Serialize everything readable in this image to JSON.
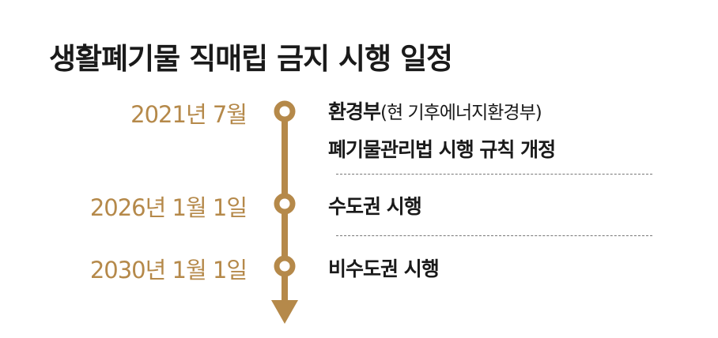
{
  "title": "생활폐기물 직매립 금지 시행 일정",
  "accent_color": "#b5894a",
  "events": [
    {
      "date": "2021년 7월",
      "line1": "환경부",
      "line1_note": "(현 기후에너지환경부)",
      "line2": "폐기물관리법 시행 규칙 개정"
    },
    {
      "date": "2026년 1월 1일",
      "line1": "수도권 시행"
    },
    {
      "date": "2030년 1월 1일",
      "line1": "비수도권 시행"
    }
  ]
}
